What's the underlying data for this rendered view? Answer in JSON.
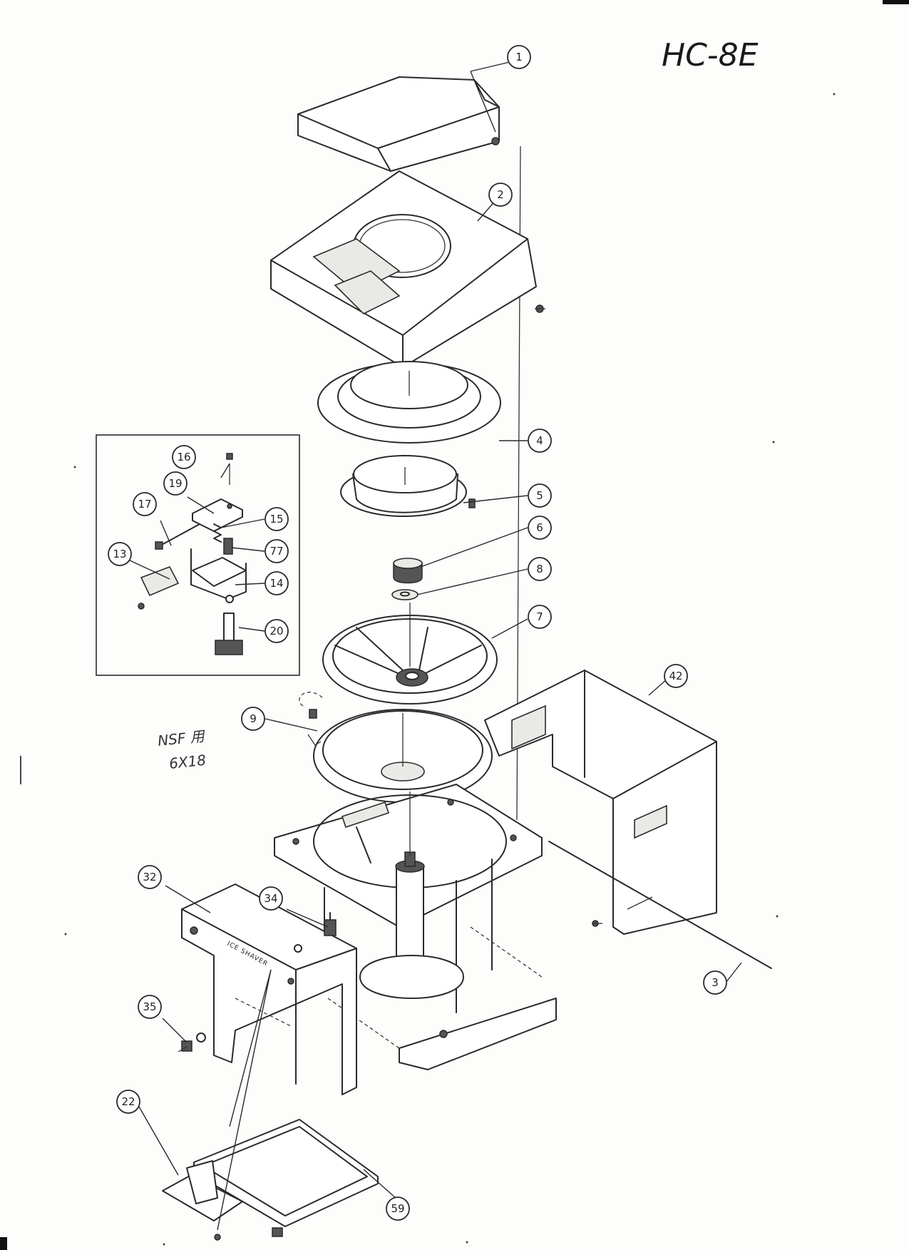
{
  "model_title": "HC-8E",
  "handwritten_note": {
    "line1": "NSF 用",
    "line2": "6X18"
  },
  "nameplate_text": "ICE SHAVER",
  "callouts": [
    {
      "id": "1",
      "label": "1"
    },
    {
      "id": "2",
      "label": "2"
    },
    {
      "id": "3",
      "label": "3"
    },
    {
      "id": "4",
      "label": "4"
    },
    {
      "id": "5",
      "label": "5"
    },
    {
      "id": "6",
      "label": "6"
    },
    {
      "id": "7",
      "label": "7"
    },
    {
      "id": "8",
      "label": "8"
    },
    {
      "id": "9",
      "label": "9"
    },
    {
      "id": "13",
      "label": "13"
    },
    {
      "id": "14",
      "label": "14"
    },
    {
      "id": "15",
      "label": "15"
    },
    {
      "id": "16",
      "label": "16"
    },
    {
      "id": "17",
      "label": "17"
    },
    {
      "id": "19",
      "label": "19"
    },
    {
      "id": "20",
      "label": "20"
    },
    {
      "id": "22",
      "label": "22"
    },
    {
      "id": "32",
      "label": "32"
    },
    {
      "id": "34",
      "label": "34"
    },
    {
      "id": "35",
      "label": "35"
    },
    {
      "id": "42",
      "label": "42"
    },
    {
      "id": "59",
      "label": "59"
    },
    {
      "id": "77",
      "label": "77"
    }
  ]
}
